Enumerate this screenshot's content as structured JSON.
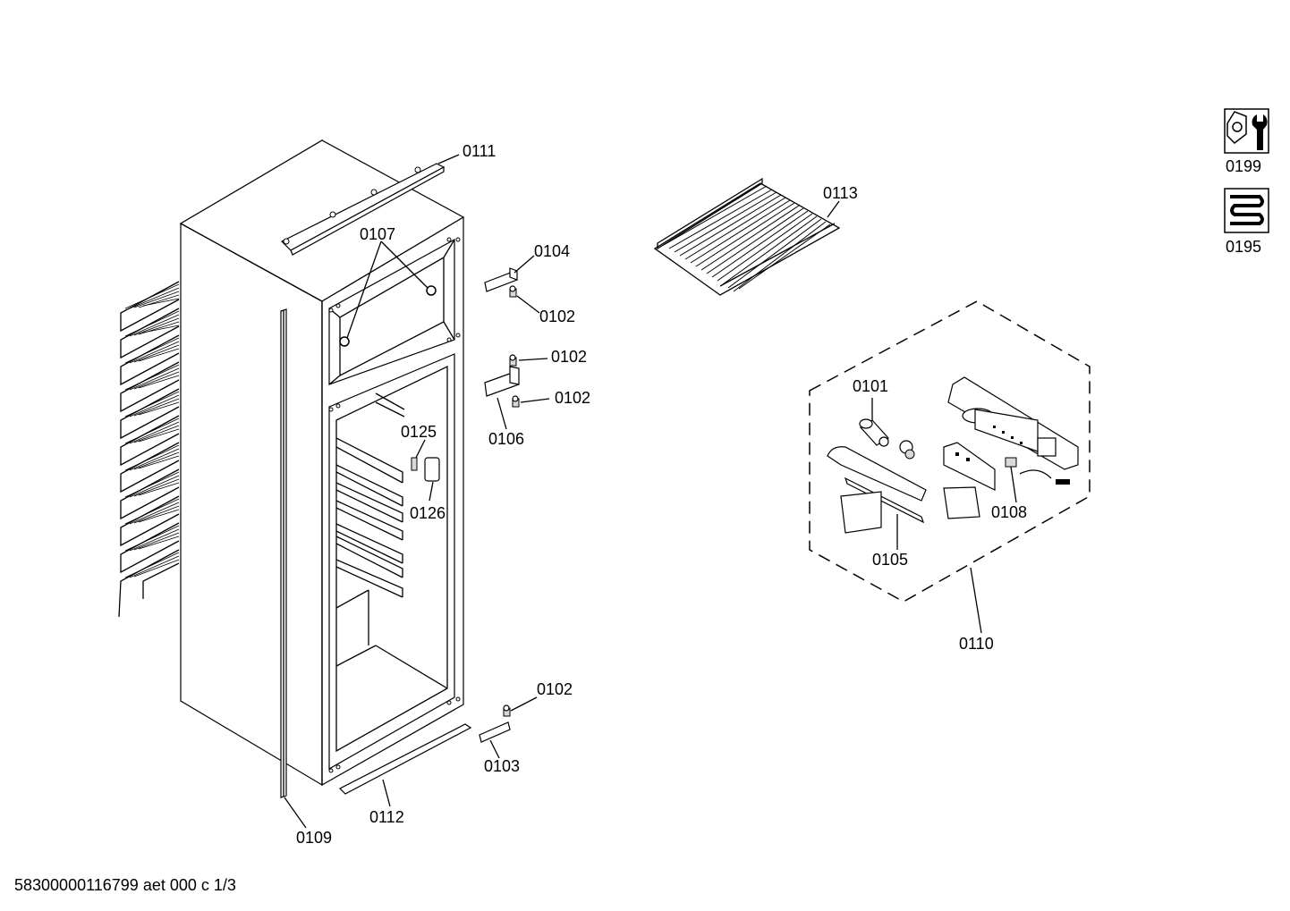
{
  "labels": {
    "l0111": "0111",
    "l0107": "0107",
    "l0104": "0104",
    "l0102a": "0102",
    "l0102b": "0102",
    "l0102c": "0102",
    "l0106": "0106",
    "l0125": "0125",
    "l0126": "0126",
    "l0102d": "0102",
    "l0103": "0103",
    "l0112": "0112",
    "l0109": "0109",
    "l0113": "0113",
    "l0101": "0101",
    "l0108": "0108",
    "l0105": "0105",
    "l0110": "0110"
  },
  "icons": {
    "service": {
      "code": "0199",
      "icon": "wrench-nut-icon"
    },
    "heater": {
      "code": "0195",
      "icon": "heating-coil-icon"
    }
  },
  "footer": "58300000116799 aet 000 c 1/3"
}
